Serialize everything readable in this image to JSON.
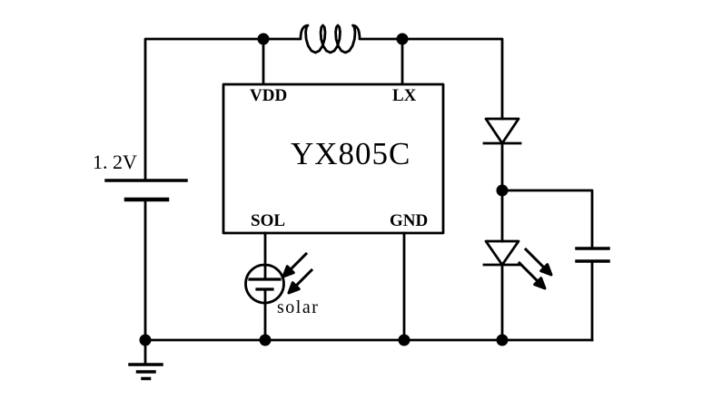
{
  "labels": {
    "battery": "1. 2V",
    "chip": "YX805C",
    "vdd": "VDD",
    "lx": "LX",
    "sol": "SOL",
    "gnd": "GND",
    "solar": "solar"
  },
  "schematic": {
    "type": "circuit-schematic",
    "colors": {
      "line": "#000000",
      "background": "#ffffff"
    },
    "components": [
      {
        "id": "battery",
        "label": "1. 2V"
      },
      {
        "id": "inductor"
      },
      {
        "id": "ic",
        "label": "YX805C",
        "pins": [
          "VDD",
          "LX",
          "SOL",
          "GND"
        ]
      },
      {
        "id": "diode"
      },
      {
        "id": "led"
      },
      {
        "id": "capacitor"
      },
      {
        "id": "solar-cell",
        "label": "solar"
      },
      {
        "id": "ground"
      }
    ]
  }
}
